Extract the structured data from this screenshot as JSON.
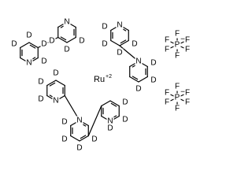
{
  "metal": {
    "symbol": "Ru",
    "charge": "+2"
  },
  "atom_labels": {
    "deuterium": "D",
    "nitrogen": "N",
    "phosphorus": "P",
    "fluorine": "F",
    "hexafluorophosphate_charge": "−"
  }
}
